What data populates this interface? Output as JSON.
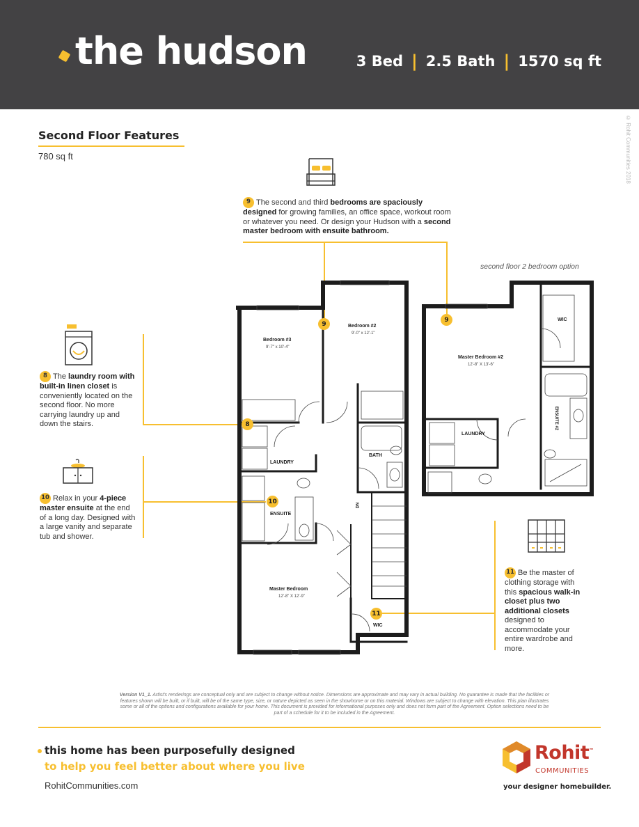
{
  "header": {
    "title": "the hudson",
    "beds": "3 Bed",
    "baths": "2.5 Bath",
    "area": "1570 sq ft",
    "separator": "|"
  },
  "copyright": "© Rohit Communities 2018",
  "section": {
    "title": "Second Floor Features",
    "area": "780 sq ft"
  },
  "option_caption": "second floor 2 bedroom option",
  "features": {
    "f9": {
      "num": "9",
      "t1": "The second and third ",
      "b1": "bedrooms are spaciously designed",
      "t2": " for growing families, an office space, workout room or whatever you need. Or design your Hudson with a ",
      "b2": "second master bedroom with ensuite bathroom."
    },
    "f8": {
      "num": "8",
      "t1": "The ",
      "b1": "laundry room with built-in linen closet",
      "t2": " is conveniently located on the second floor. No more carrying laundry up and down the stairs."
    },
    "f10": {
      "num": "10",
      "t1": "Relax in your ",
      "b1": "4-piece master ensuite",
      "t2": " at the end of a long day. Designed with a large vanity and separate tub and shower."
    },
    "f11": {
      "num": "11",
      "t1": "Be the master of clothing storage with this ",
      "b1": "spacious walk-in closet plus two additional closets",
      "t2": " designed to accommodate your entire wardrobe and more."
    }
  },
  "rooms": {
    "bedroom3": {
      "name": "Bedroom #3",
      "dim": "9'-7\" x 10'-4\""
    },
    "bedroom2": {
      "name": "Bedroom #2",
      "dim": "9'-0\" x 12'-1\""
    },
    "laundry": "LAUNDRY",
    "bath": "BATH",
    "ensuite": "ENSUITE",
    "master": {
      "name": "Master Bedroom",
      "dim": "12'-8\" X 12'-9\""
    },
    "wic": "WIC",
    "dn": "DN",
    "alt_master": {
      "name": "Master Bedroom #2",
      "dim": "12'-8\" X 13'-6\""
    },
    "alt_wic": "WIC",
    "alt_laundry": "LAUNDRY",
    "alt_ensuite": "ENSUITE #2"
  },
  "disclaimer": {
    "version": "Version V1_1.",
    "text": " Artist's renderings are conceptual only and are subject to change without notice. Dimensions are approximate and may vary in actual building. No guarantee is made that the facilities or features shown will be built, or if built, will be of the same type, size, or nature depicted as seen in the showhome or on this material. Windows are subject to change with elevation. This plan illustrates some or all of the options and configurations available for your home. This document is provided for informational purposes only and does not form part of the Agreement. Option selections need to be part of a schedule for it to be included in the Agreement."
  },
  "footer": {
    "tagline1": "this home has been purposefully designed",
    "tagline2": "to help you feel better about where you live",
    "website": "RohitCommunities.com",
    "logo_name": "Rohit",
    "logo_tm": "™",
    "logo_sub": "COMMUNITIES",
    "logo_tag": "your designer homebuilder."
  },
  "colors": {
    "accent": "#f7bf2f",
    "header_bg": "#434244",
    "brand_red": "#c2362b"
  }
}
